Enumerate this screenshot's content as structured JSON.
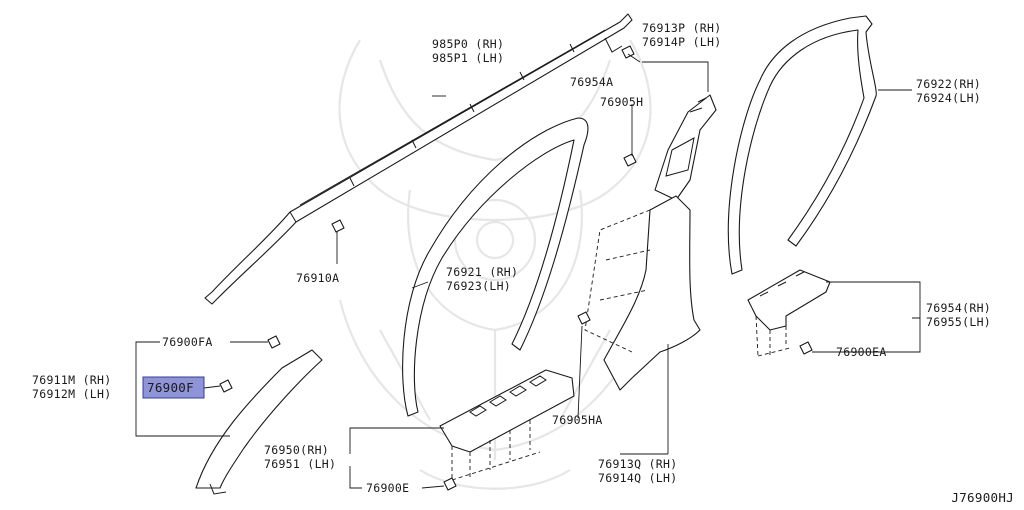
{
  "diagram_code": "J76900HJ",
  "highlight_color": "#8f93d8",
  "callouts": [
    {
      "id": "c1",
      "lines": [
        "985P0 (RH)",
        "985P1 (LH)"
      ]
    },
    {
      "id": "c2",
      "lines": [
        "76913P (RH)",
        "76914P (LH)"
      ]
    },
    {
      "id": "c3",
      "lines": [
        "76954A"
      ]
    },
    {
      "id": "c4",
      "lines": [
        "76905H"
      ]
    },
    {
      "id": "c5",
      "lines": [
        "76922(RH)",
        "76924(LH)"
      ]
    },
    {
      "id": "c6",
      "lines": [
        "76910A"
      ]
    },
    {
      "id": "c7",
      "lines": [
        "76921 (RH)",
        "76923(LH)"
      ]
    },
    {
      "id": "c8",
      "lines": [
        "76954(RH)",
        "76955(LH)"
      ]
    },
    {
      "id": "c9",
      "lines": [
        "76900FA"
      ]
    },
    {
      "id": "c10",
      "lines": [
        "76911M (RH)",
        "76912M (LH)"
      ]
    },
    {
      "id": "c11",
      "lines": [
        "76900F"
      ],
      "highlighted": true
    },
    {
      "id": "c12",
      "lines": [
        "76900EA"
      ]
    },
    {
      "id": "c13",
      "lines": [
        "76905HA"
      ]
    },
    {
      "id": "c14",
      "lines": [
        "76950(RH)",
        "76951 (LH)"
      ]
    },
    {
      "id": "c15",
      "lines": [
        "76913Q (RH)",
        "76914Q (LH)"
      ]
    },
    {
      "id": "c16",
      "lines": [
        "76900E"
      ]
    }
  ]
}
